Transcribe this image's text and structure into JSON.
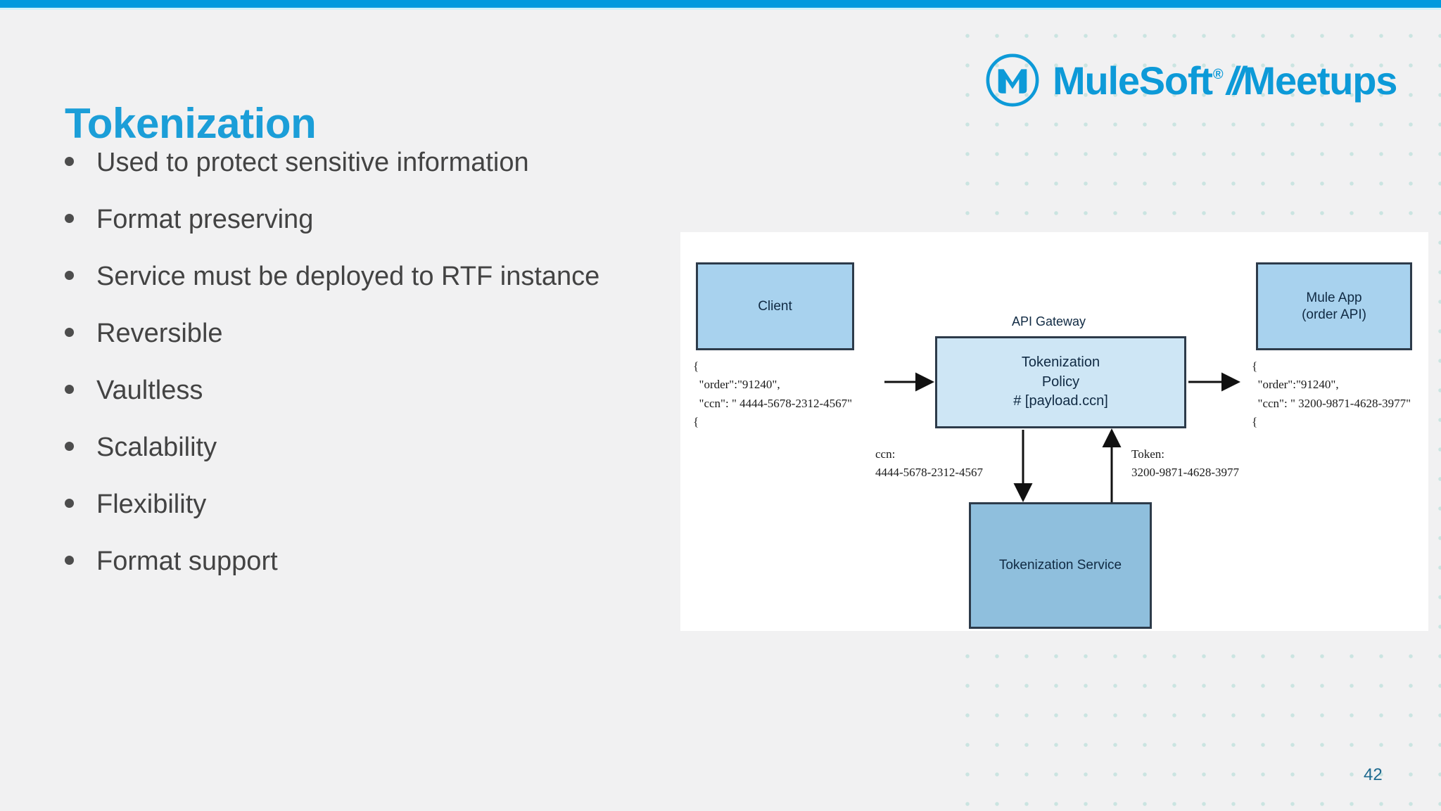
{
  "slide": {
    "title": "Tokenization",
    "page_number": "42",
    "accent_color": "#009ade",
    "title_color": "#1b9ed8",
    "background_color": "#f1f1f2"
  },
  "bullets": [
    {
      "text": "Used to protect sensitive information"
    },
    {
      "text": "Format preserving"
    },
    {
      "text": "Service must be deployed to RTF instance"
    },
    {
      "text": "Reversible"
    },
    {
      "text": "Vaultless"
    },
    {
      "text": "Scalability"
    },
    {
      "text": "Flexibility"
    },
    {
      "text": "Format support"
    }
  ],
  "logo": {
    "brand": "MuleSoft",
    "registered": "®",
    "separator": "//",
    "program": "Meetups",
    "color": "#0d9ad8"
  },
  "diagram": {
    "boxes": {
      "client": "Client",
      "mule_app_line1": "Mule App",
      "mule_app_line2": "(order API)",
      "policy_line1": "Tokenization",
      "policy_line2": "Policy",
      "policy_line3": "# [payload.ccn]",
      "service": "Tokenization Service"
    },
    "labels": {
      "api_gateway": "API Gateway"
    },
    "payload_in": "{\n  \"order\":\"91240\",\n  \"ccn\": \" 4444-5678-2312-4567\"\n{",
    "payload_out": "{\n  \"order\":\"91240\",\n  \"ccn\": \" 3200-9871-4628-3977\"\n{",
    "notes": {
      "ccn_label": "ccn:",
      "ccn_value": "4444-5678-2312-4567",
      "token_label": "Token:",
      "token_value": "3200-9871-4628-3977"
    },
    "colors": {
      "box_fill": "#a8d2ee",
      "policy_fill": "#cee6f5",
      "service_fill": "#8fbfdd",
      "border": "#2d3b4a"
    }
  }
}
